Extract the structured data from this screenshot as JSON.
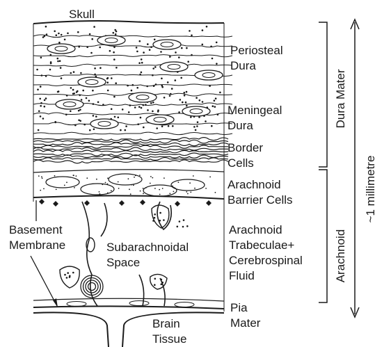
{
  "labels": {
    "skull": "Skull",
    "periosteal": "Periosteal\nDura",
    "meningeal": "Meningeal\nDura",
    "border": "Border\nCells",
    "barrier": "Arachnoid\nBarrier Cells",
    "trabeculae": "Arachnoid\nTrabeculae+\nCerebrospinal\nFluid",
    "pia": "Pia\nMater",
    "basement": "Basement\nMembrane",
    "subarachnoid": "Subarachnoidal\nSpace",
    "brain": "Brain\nTissue",
    "dura_mater": "Dura Mater",
    "arachnoid": "Arachnoid",
    "scale": "~1 millimetre"
  },
  "colors": {
    "ink": "#1a1a1a",
    "paper": "#ffffff"
  }
}
